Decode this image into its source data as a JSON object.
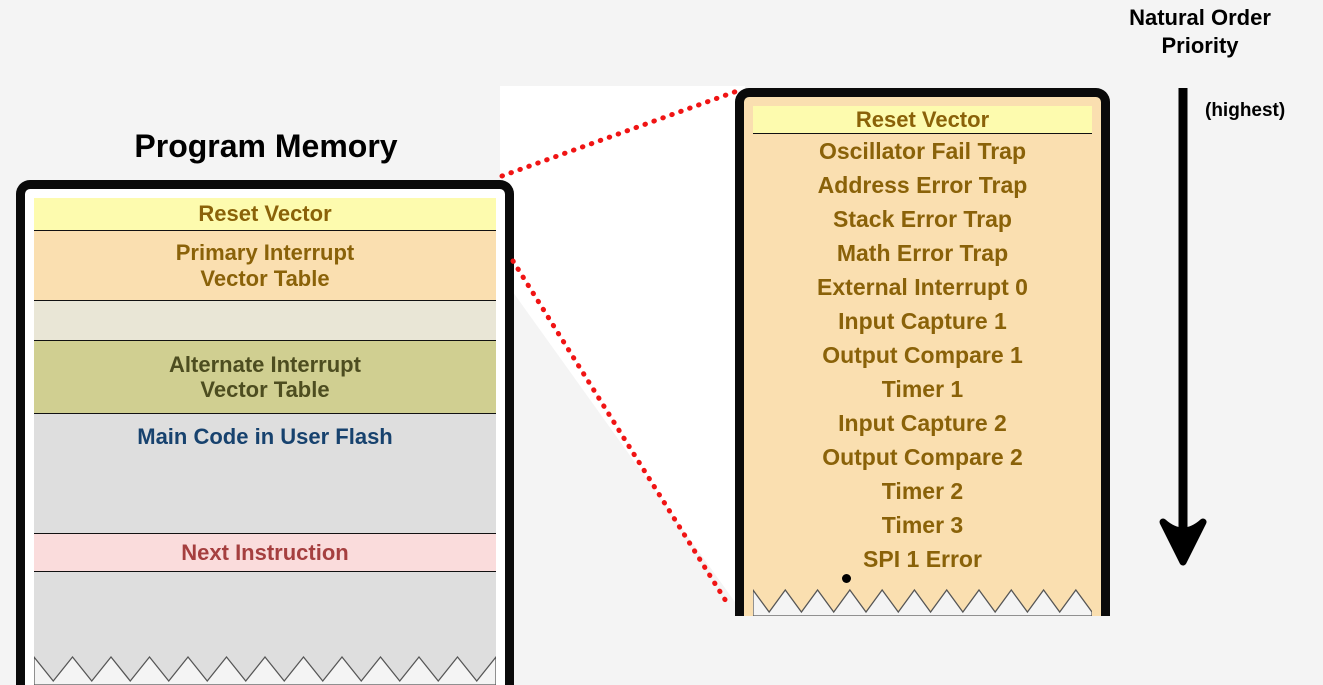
{
  "diagram": {
    "background_color": "#f4f4f4",
    "accent_text_color": "#8a6209",
    "blue_text_color": "#17426e",
    "red_text_color": "#a53f3f"
  },
  "program_memory": {
    "title": "Program Memory",
    "rows": [
      {
        "label": "Reset Vector",
        "fill": "#fdfbae",
        "text_color": "#8a6209"
      },
      {
        "label": "Primary Interrupt\nVector Table",
        "fill": "#fadfb0",
        "text_color": "#8a6209"
      },
      {
        "label": "",
        "fill": "#e9e6d6",
        "text_color": "#8a6209"
      },
      {
        "label": "Alternate Interrupt\nVector Table",
        "fill": "#d0cf91",
        "text_color": "#4d4d20"
      },
      {
        "label": "Main Code in User Flash",
        "fill": "#dedede",
        "text_color": "#17426e"
      },
      {
        "label": "Next Instruction",
        "fill": "#fadcdc",
        "text_color": "#a53f3f"
      },
      {
        "label": "",
        "fill": "#dedede",
        "text_color": "#000000"
      }
    ]
  },
  "interrupt_vector_table": {
    "header": "Reset Vector",
    "items": [
      "Oscillator Fail Trap",
      "Address Error Trap",
      "Stack Error Trap",
      "Math Error Trap",
      "External Interrupt 0",
      "Input Capture 1",
      "Output Compare 1",
      "Timer 1",
      "Input Capture 2",
      "Output Compare 2",
      "Timer 2",
      "Timer 3",
      "SPI 1 Error"
    ],
    "continuation": "vertical-ellipsis"
  },
  "priority": {
    "title_line1": "Natural Order",
    "title_line2": "Priority",
    "highest_label": "(highest)",
    "arrow_direction": "down",
    "arrow_color": "#000000"
  },
  "connectors": {
    "color": "#f01414",
    "style": "dotted",
    "count": 2
  }
}
